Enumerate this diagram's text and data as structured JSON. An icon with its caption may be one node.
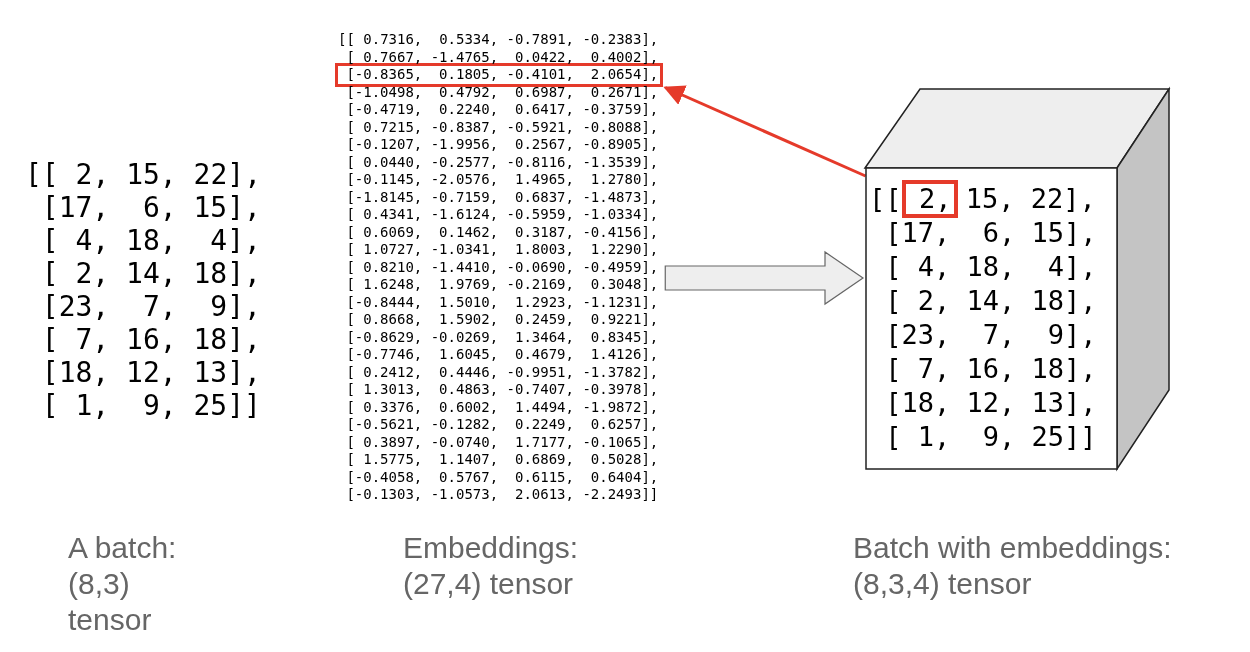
{
  "diagram": {
    "nodes": [
      {
        "text": [
          "[[ 0.7316,  0.5334, -0.7891, -0.2383],",
          "[ 0.7667, -1.4765,  0.0422,  0.4002],",
          "[-1.0498,  0.4792,  0.6987,  0.2671],",
          "[-0.4719,  0.2240,  0.6417, -0.3759],",
          "[ 0.7215, -0.8387, -0.5921, -0.8088],",
          "[-0.1207, -1.9956,  0.2567, -0.8905],",
          "[ 0.0440, -0.2577, -0.8116, -1.3539],",
          "[-0.1145, -2.0576,  1.4965,  1.2780],",
          "[-1.8145, -0.7159,  0.6837, -1.4873],",
          "[ 0.4341, -1.6124, -0.5959, -1.0334],",
          "[ 0.6069,  0.1462,  0.3187, -0.4156],",
          "[ 1.0727, -1.0341,  1.8003,  1.2290],",
          "[ 0.8210, -1.4410, -0.0690, -0.4959],",
          "[ 1.6248,  1.9769, -0.2169,  0.3048],",
          "[-0.8444,  1.5010,  1.2923, -1.1231],",
          "[ 0.8668,  1.5902,  0.2459,  0.9221],",
          "[-0.8629, -0.0269,  1.3464,  0.8345],",
          "[-0.7746,  1.6045,  0.4679,  1.4126],",
          "[ 0.2412,  0.4446, -0.9951, -1.3782],",
          "[ 1.3013,  0.4863, -0.7407, -0.3978],",
          "[ 0.3376,  0.6002,  1.4494, -1.9872],",
          "[-0.5621, -0.1282,  0.2249,  0.6257],",
          "[ 0.3897, -0.0740,  1.7177, -0.1065],",
          "[ 1.5775,  1.1407,  0.6869,  0.5028],",
          "[-0.4058,  0.5767,  0.6115,  0.6404],",
          "[-0.1303, -1.0573,  2.0613, -2.2493]]"
        ],
        "beside": [
          "Embeddings: (27,4) tensor"
        ]
      },
      {
        "text": [
          "[-0.8365,  0.1805, -0.4101,  2.0654],"
        ],
        "in": 0
      },
      {
        "text": [
          "[[",
          "15, 22],",
          "[17,  6, 15],",
          "[ 4, 18,  4],",
          "[ 2, 14, 18],",
          "[23,  7,  9],",
          "[ 7, 16, 18],",
          "[18, 12, 13],",
          "[ 1,  9, 25]]"
        ],
        "beside": [
          "Batch with embeddings: (8,3,4) tensor"
        ]
      },
      {
        "text": [
          "2,"
        ],
        "in": 2
      }
    ],
    "edges": [
      {
        "from": 0,
        "to": 2,
        "arrow": "to",
        "style": "thick",
        "color": "#eeeeee"
      },
      {
        "from": 3,
        "to": 1,
        "arrow": "to",
        "color": "#e53a2a"
      }
    ],
    "labels": [
      "[[ 2, 15, 22],",
      "[17,  6, 15],",
      "[ 4, 18,  4],",
      "[ 2, 14, 18],",
      "[23,  7,  9],",
      "[ 7, 16, 18],",
      "[18, 12, 13],",
      "[ 1,  9, 25]]",
      "A batch: (8,3) tensor"
    ]
  }
}
